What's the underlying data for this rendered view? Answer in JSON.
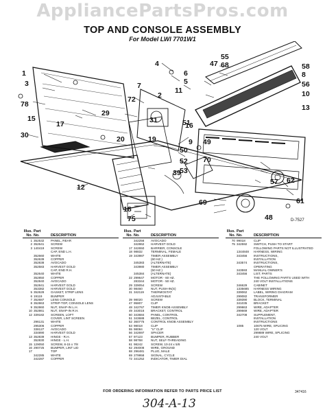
{
  "watermark": "AppliancePartsPros.com",
  "title": "TOP AND CONSOLE ASSEMBLY",
  "subtitle": "For Model LWI 7701W1",
  "figure_no": "D-7527",
  "callouts": [
    "1",
    "2",
    "3",
    "4",
    "5",
    "6",
    "7",
    "8",
    "9",
    "10",
    "11",
    "12",
    "13",
    "15",
    "16",
    "17",
    "18",
    "19",
    "20",
    "29",
    "30",
    "31",
    "39",
    "47",
    "48",
    "49",
    "50",
    "51",
    "52",
    "53",
    "55",
    "56",
    "57",
    "58",
    "61",
    "62",
    "68",
    "69",
    "70",
    "72",
    "75",
    "78"
  ],
  "legend_headers": {
    "illus": "Illus.",
    "no": "No.",
    "part": "Part",
    "desc": "DESCRIPTION"
  },
  "legend_col1": [
    {
      "n": "1",
      "p": "352532",
      "d": "PANEL, REAR"
    },
    {
      "n": "2",
      "p": "352641",
      "d": "SCREW"
    },
    {
      "n": "3",
      "p": "140419",
      "d": "SCREW"
    },
    {
      "n": "",
      "p": "",
      "d": "CAP, END L.H."
    },
    {
      "n": "",
      "p": "352660",
      "d": "WHITE"
    },
    {
      "n": "",
      "p": "352639",
      "d": "COPPER"
    },
    {
      "n": "",
      "p": "352838",
      "d": "AVOCADO"
    },
    {
      "n": "",
      "p": "352583",
      "d": "HARVEST GOLD"
    },
    {
      "n": "",
      "p": "",
      "d": "CAP, END R.H."
    },
    {
      "n": "",
      "p": "352640",
      "d": "WHITE"
    },
    {
      "n": "",
      "p": "352850",
      "d": "COPPER"
    },
    {
      "n": "",
      "p": "352840",
      "d": "AVOCADO"
    },
    {
      "n": "",
      "p": "352841",
      "d": "HARVEST GOLD"
    },
    {
      "n": "",
      "p": "353382",
      "d": "HARVEST GOLD"
    },
    {
      "n": "5",
      "p": "352628",
      "d": "GASKET, STRIP LENS"
    },
    {
      "n": "6",
      "p": "19119",
      "d": "BUMPER"
    },
    {
      "n": "7",
      "p": "352687",
      "d": "LENS CONSOLE"
    },
    {
      "n": "8",
      "p": "352863",
      "d": "STRIP-TOP, CONSOLE LENS"
    },
    {
      "n": "9",
      "p": "352860",
      "d": "NUT, SNAP-IN L.H."
    },
    {
      "n": "10",
      "p": "352861",
      "d": "NUT, SNAP-IN R.H."
    },
    {
      "n": "12",
      "p": "339182",
      "d": "SCREEN, LOFT"
    },
    {
      "n": "",
      "p": "",
      "d": "COVER, LINT SCREEN"
    },
    {
      "n": "",
      "p": "296131",
      "d": "WHITE"
    },
    {
      "n": "",
      "p": "295306",
      "d": "COPPER"
    },
    {
      "n": "",
      "p": "338127",
      "d": "AVOCADO"
    },
    {
      "n": "",
      "p": "334890",
      "d": "HARVEST GOLD"
    },
    {
      "n": "13",
      "p": "352839",
      "d": "HINGE - R.H."
    },
    {
      "n": "",
      "p": "352830",
      "d": "HINGE - L.H."
    },
    {
      "n": "15",
      "p": "129050",
      "d": "SCREW, 8-15 x 7/8"
    },
    {
      "n": "16",
      "p": "290725",
      "d": "BUMPER, LINT LID"
    },
    {
      "n": "17",
      "p": "",
      "d": "TOP"
    },
    {
      "n": "",
      "p": "342285",
      "d": "WHITE"
    },
    {
      "n": "",
      "p": "342287",
      "d": "COPPER"
    }
  ],
  "legend_col2": [
    {
      "n": "",
      "p": "342256",
      "d": "AVOCADO"
    },
    {
      "n": "",
      "p": "342862",
      "d": "HARVEST GOLD"
    },
    {
      "n": "17",
      "p": "342650",
      "d": "BARRIER, CONSOLE"
    },
    {
      "n": "18",
      "p": "98832",
      "d": "TERMINAL, FEMALE"
    },
    {
      "n": "19",
      "p": "343987",
      "d": "TIMER ASSEMBLY"
    },
    {
      "n": "",
      "p": "",
      "d": "(60 HZ.)"
    },
    {
      "n": "",
      "p": "345383",
      "d": "(ALTERNATE)"
    },
    {
      "n": "",
      "p": "343980",
      "d": "TIMER ASSEMBLY"
    },
    {
      "n": "",
      "p": "",
      "d": "(50 HZ.)"
    },
    {
      "n": "",
      "p": "345384",
      "d": "(ALTERNATE)"
    },
    {
      "n": "22",
      "p": "299647",
      "d": "MOTOR - 60 HZ."
    },
    {
      "n": "",
      "p": "283344",
      "d": "MOTOR - 50 HZ."
    },
    {
      "n": "29",
      "p": "339054",
      "d": "SCREW"
    },
    {
      "n": "30",
      "p": "98460",
      "d": "NUT, PUSH-IN(S)"
    },
    {
      "n": "31",
      "p": "342119",
      "d": "THERMOSTAT"
    },
    {
      "n": "",
      "p": "",
      "d": "ADJUSTABLE"
    },
    {
      "n": "39",
      "p": "98020",
      "d": "SCREW"
    },
    {
      "n": "47",
      "p": "95807",
      "d": "CLIP"
    },
    {
      "n": "48",
      "p": "342767",
      "d": "TIMER KNOB ASSEMBLY"
    },
    {
      "n": "49",
      "p": "343016",
      "d": "BRACKET, CONTROL"
    },
    {
      "n": "50",
      "p": "343684",
      "d": "PANEL, CONTROL"
    },
    {
      "n": "51",
      "p": "343688",
      "d": "BEZEL, CONTROL"
    },
    {
      "n": "52",
      "p": "360775",
      "d": "CONTROL KNOB ASSEMBLY"
    },
    {
      "n": "53",
      "p": "98018",
      "d": "CLIP"
    },
    {
      "n": "55",
      "p": "98084",
      "d": "\"U\" CLIP"
    },
    {
      "n": "56",
      "p": "342697",
      "d": "SPACER"
    },
    {
      "n": "57",
      "p": "97123",
      "d": "BUMPER, RUBBER"
    },
    {
      "n": "58",
      "p": "98768",
      "d": "NUT, SELF-THREADING"
    },
    {
      "n": "61",
      "p": "98242",
      "d": "SCREW, 10-24 x 5/8"
    },
    {
      "n": "62",
      "p": "294008",
      "d": "WIRE, GROUND"
    },
    {
      "n": "68",
      "p": "296481",
      "d": "PLUG, MALE"
    },
    {
      "n": "69",
      "p": "279958",
      "d": "SIGNAL, CYCLE"
    },
    {
      "n": "72",
      "p": "341252",
      "d": "INDICATOR, TIMER DIAL"
    }
  ],
  "legend_col3": [
    {
      "n": "70",
      "p": "99018",
      "d": "CLIP"
    },
    {
      "n": "75",
      "p": "342592",
      "d": "SWITCH, PUSH TO START"
    },
    {
      "n": "",
      "p": "",
      "d": ""
    },
    {
      "n": "",
      "p": "",
      "d": "FOLLOWING PARTS NOT ILLUSTRATED"
    },
    {
      "n": "",
      "p": "",
      "d": ""
    },
    {
      "n": "",
      "p": "1344848",
      "d": "HARNESS, WIRING"
    },
    {
      "n": "",
      "p": "343456",
      "d": "INSTRUCTIONS,"
    },
    {
      "n": "",
      "p": "",
      "d": "INSTALLATION"
    },
    {
      "n": "",
      "p": "343574",
      "d": "INSTRUCTIONS,"
    },
    {
      "n": "",
      "p": "",
      "d": "OPERATING"
    },
    {
      "n": "",
      "p": "343593",
      "d": "MANUAL OWNER'S"
    },
    {
      "n": "",
      "p": "343456",
      "d": "LIST, PARTS"
    },
    {
      "n": "",
      "p": "",
      "d": ""
    },
    {
      "n": "",
      "p": "",
      "d": "THE FOLLOWING PARTS USED WITH"
    },
    {
      "n": "",
      "p": "",
      "d": "240 VOLT INSTALLATIONS"
    },
    {
      "n": "",
      "p": "",
      "d": ""
    },
    {
      "n": "",
      "p": "346629",
      "d": "CABINET"
    },
    {
      "n": "",
      "p": "1335685",
      "d": "HARNESS WIRING"
    },
    {
      "n": "",
      "p": "339062",
      "d": "LABEL, WIRING DIAGRAM"
    },
    {
      "n": "",
      "p": "299082",
      "d": "TRANSFORMER"
    },
    {
      "n": "",
      "p": "339390",
      "d": "BLOCK, TERMINAL"
    },
    {
      "n": "",
      "p": "341035",
      "d": "BRACKET"
    },
    {
      "n": "",
      "p": "299863",
      "d": "WIRE, ADAPTER"
    },
    {
      "n": "",
      "p": "299669",
      "d": "WIRE, ADAPTER"
    },
    {
      "n": "",
      "p": "342708",
      "d": "SUPPLEMENT,"
    },
    {
      "n": "",
      "p": "",
      "d": "INSTALLATION"
    },
    {
      "n": "",
      "p": "",
      "d": "INSTRUCTIONS"
    },
    {
      "n": "",
      "p": "",
      "d": ""
    },
    {
      "n": "",
      "p": "1085",
      "d": "10675 WIRE, SPLICING"
    },
    {
      "n": "",
      "p": "",
      "d": "120 VOLT"
    },
    {
      "n": "",
      "p": "",
      "d": "299889 WIRE, SPLICING"
    },
    {
      "n": "",
      "p": "",
      "d": "240 VOLT"
    }
  ],
  "footer": "FOR ORDERING INFORMATION REFER TO PARTS PRICE LIST",
  "part_code": "347416",
  "handwritten": "304-A-13"
}
